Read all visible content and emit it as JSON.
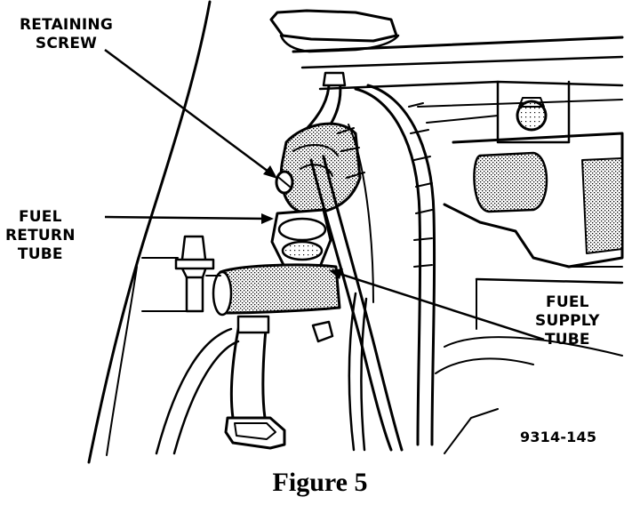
{
  "labels": {
    "retaining_screw": [
      "RETAINING",
      "SCREW"
    ],
    "fuel_return_tube": [
      "FUEL",
      "RETURN",
      "TUBE"
    ],
    "fuel_supply_tube": [
      "FUEL",
      "SUPPLY",
      "TUBE"
    ],
    "figure_code": "9314-145"
  },
  "caption": "Figure 5"
}
